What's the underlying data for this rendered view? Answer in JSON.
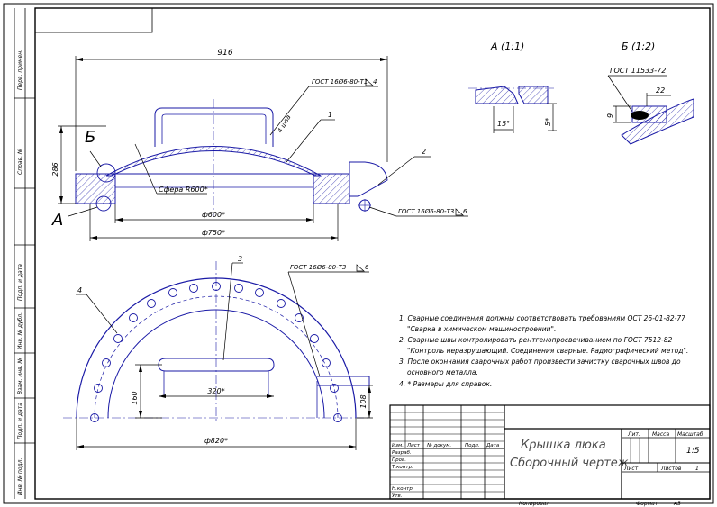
{
  "colors": {
    "line": "#1a1aa6",
    "frame": "#000000",
    "paper": "#ffffff"
  },
  "side_stamp": [
    "Перв. примен.",
    "Справ. №",
    "Подп. и дата",
    "Инв. № дубл.",
    "Взам. инв. №",
    "Подп. и дата",
    "Инв. № подл."
  ],
  "top_view": {
    "dim_width": "916",
    "dim_height": "286",
    "dim_sphere": "Сфера R600*",
    "dim_inner_dia": "ф600*",
    "dim_outer_dia": "ф750*",
    "weld_top": "ГОСТ 16Ø6-80-Т1",
    "weld_top_leg": "4",
    "weld_seams_note": "4 шва",
    "weld_right": "ГОСТ 16Ø6-80-Т3",
    "weld_right_leg": "6",
    "pos_1": "1",
    "pos_2": "2",
    "callout_b": "Б",
    "callout_a": "А"
  },
  "detail_a": {
    "title": "А (1:1)",
    "angle": "15°",
    "gap": "5*"
  },
  "detail_b": {
    "title": "Б (1:2)",
    "standard": "ГОСТ 11533-72",
    "dim_22": "22",
    "dim_9": "9"
  },
  "plan_view": {
    "pos_3": "3",
    "pos_4": "4",
    "weld": "ГОСТ 16Ø6-80-Т3",
    "weld_leg": "6",
    "dim_160": "160",
    "dim_320": "320*",
    "dim_108": "108",
    "dim_820": "ф820*"
  },
  "notes": [
    "1. Сварные соединения должны соответствовать требованиям ОСТ 26-01-82-77",
    "\"Сварка в химическом машиностроении\".",
    "2. Сварные швы контролировать рентгенопросвечиванием по ГОСТ 7512-82",
    "\"Контроль неразрушающий. Соединения сварные. Радиографический метод\".",
    "3. После окончания сварочных работ произвести зачистку сварочных швов до",
    "основного металла.",
    "4. * Размеры для справок."
  ],
  "title_block": {
    "title_line1": "Крышка люка",
    "title_line2": "Сборочный чертеж",
    "col_izm": "Изм.",
    "col_list": "Лист",
    "col_doc": "№ докум.",
    "col_sign": "Подп.",
    "col_date": "Дата",
    "row_razrab": "Разраб.",
    "row_prov": "Пров.",
    "row_tkontr": "Т.контр.",
    "row_nkontr": "Н.контр.",
    "row_utv": "Утв.",
    "lit": "Лит.",
    "mass": "Масса",
    "scale": "Масштаб",
    "scale_value": "1:5",
    "sheet": "Лист",
    "sheets": "Листов",
    "sheets_value": "1",
    "copied": "Копировал",
    "format": "Формат",
    "format_value": "А3"
  }
}
